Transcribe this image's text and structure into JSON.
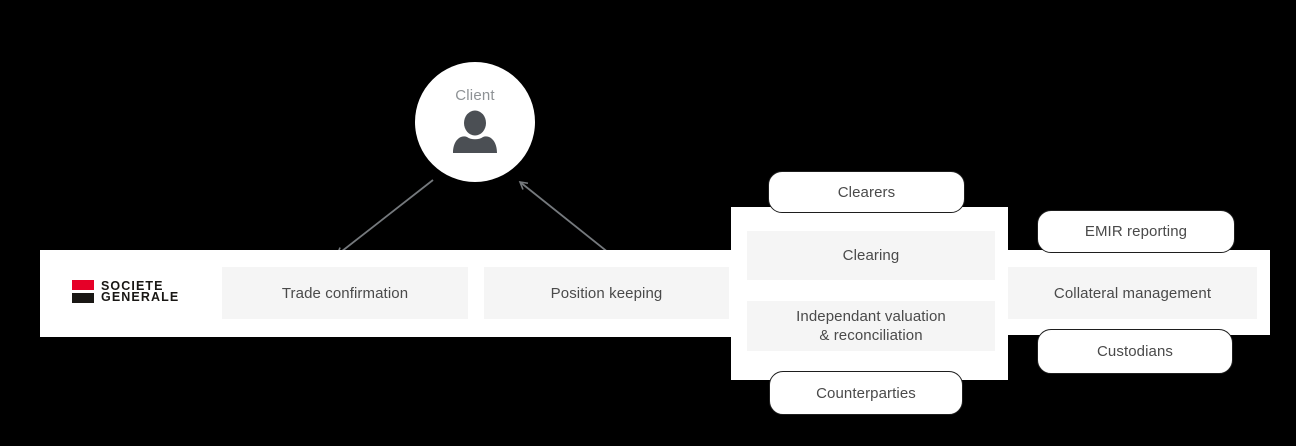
{
  "colors": {
    "background": "#000000",
    "panel": "#ffffff",
    "box": "#f5f5f5",
    "label": "#4a4a4a",
    "muted": "#8e9295",
    "arrow": "#75797d",
    "pill_border": "#1e1e1e",
    "person": "#4b4f54",
    "sg_red": "#e60028",
    "sg_dark": "#191714"
  },
  "client": {
    "label": "Client"
  },
  "logo": {
    "line1": "SOCIETE",
    "line2": "GENERALE"
  },
  "icons": {
    "person": "person-icon",
    "arrow_left": "arrow-to-trade-confirmation",
    "arrow_right": "arrow-from-position-keeping-to-client"
  },
  "nodes": {
    "trade_confirmation": "Trade confirmation",
    "position_keeping": "Position keeping",
    "clearers": "Clearers",
    "clearing": "Clearing",
    "independant_line1": "Independant valuation",
    "independant_line2": "& reconciliation",
    "counterparties": "Counterparties",
    "emir_reporting": "EMIR reporting",
    "collateral_management": "Collateral management",
    "custodians": "Custodians"
  }
}
